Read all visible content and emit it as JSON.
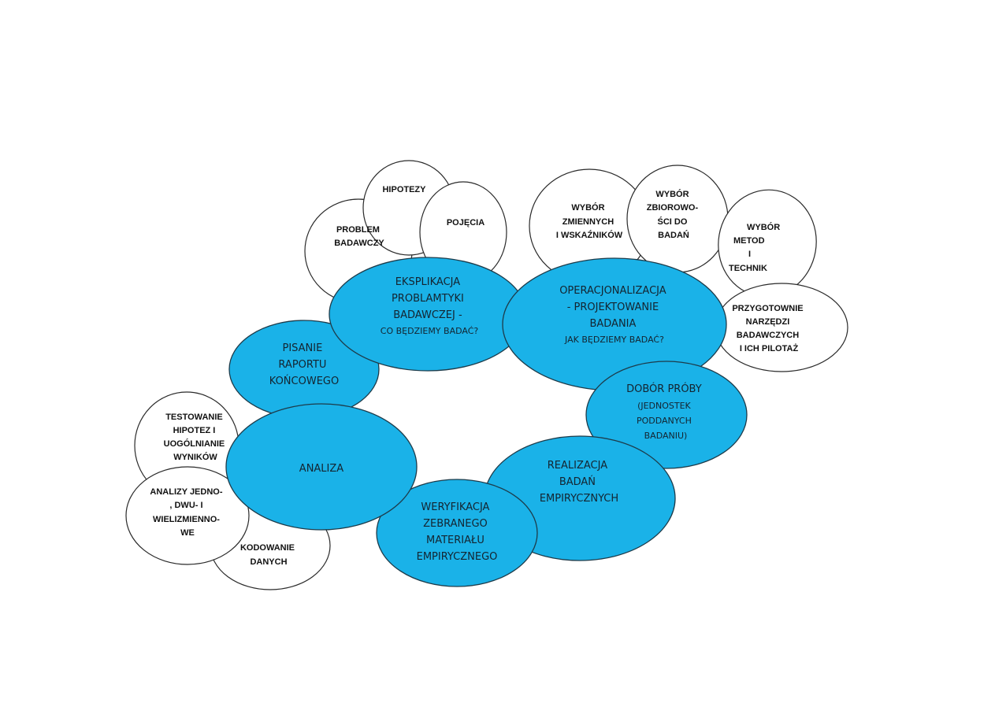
{
  "colors": {
    "stage_fill": "#1ab2e8",
    "detail_fill": "#ffffff",
    "outline": "#2a2a2a"
  },
  "details": {
    "problem": [
      "PROBLEM",
      "BADAWCZY"
    ],
    "hipotezy": [
      "HIPOTEZY"
    ],
    "pojecia": [
      "POJĘCIA"
    ],
    "zmienne": [
      "WYBÓR",
      "ZMIENNYCH",
      "I WSKAŹNIKÓW"
    ],
    "zbiorowosc": [
      "WYBÓR",
      "ZBIOROWO-",
      "ŚCI DO",
      "BADAŃ"
    ],
    "metody": [
      "WYBÓR",
      "METOD",
      "I",
      "TECHNIK"
    ],
    "narzedzia": [
      "PRZYGOTOWNIE",
      "NARZĘDZI",
      "BADAWCZYCH",
      "I ICH PILOTAŻ"
    ],
    "testowanie": [
      "TESTOWANIE",
      "HIPOTEZ I",
      "UOGÓLNIANIE",
      "WYNIKÓW"
    ],
    "analizy": [
      "ANALIZY JEDNO-",
      ", DWU- I",
      "WIELIZMIENNO-",
      "WE"
    ],
    "kodowanie": [
      "KODOWANIE",
      "DANYCH"
    ]
  },
  "stages": {
    "eksplikacja": [
      "EKSPLIKACJA",
      "PROBLAMTYKI",
      "BADAWCZEJ -",
      "CO BĘDZIEMY BADAĆ?"
    ],
    "operacjonalizacja": [
      "OPERACJONALIZACJA",
      "- PROJEKTOWANIE",
      "BADANIA",
      "JAK BĘDZIEMY BADAĆ?"
    ],
    "dobor": [
      "DOBÓR PRÓBY",
      "(JEDNOSTEK",
      "PODDANYCH",
      "BADANIU)"
    ],
    "realizacja": [
      "REALIZACJA",
      "BADAŃ",
      "EMPIRYCZNYCH"
    ],
    "weryfikacja": [
      "WERYFIKACJA",
      "ZEBRANEGO",
      "MATERIAŁU",
      "EMPIRYCZNEGO"
    ],
    "analiza": [
      "ANALIZA"
    ],
    "pisanie": [
      "PISANIE",
      "RAPORTU",
      "KOŃCOWEGO"
    ]
  }
}
